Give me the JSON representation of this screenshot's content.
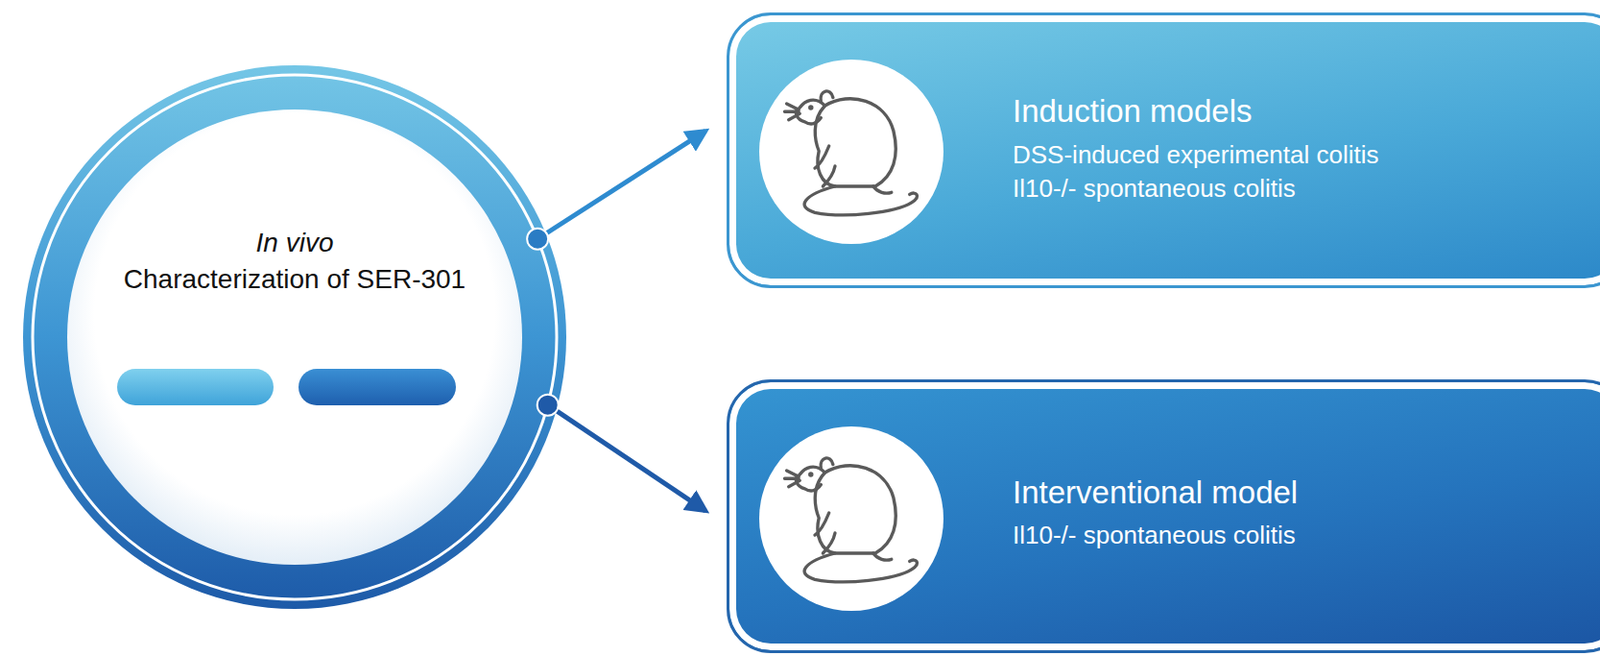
{
  "diagram": {
    "nodes": [
      {
        "text": [
          "In vivo",
          "Characterization of SER-301"
        ]
      },
      {
        "text": [
          "Induction models",
          "DSS-induced experimental colitis",
          "Il10-/- spontaneous colitis"
        ]
      },
      {
        "text": [
          "Interventional model",
          "Il10-/- spontaneous colitis"
        ]
      }
    ],
    "edges": [
      {
        "from": 0,
        "to": 1,
        "arrow": "to"
      },
      {
        "from": 0,
        "to": 2,
        "arrow": "to"
      }
    ]
  }
}
